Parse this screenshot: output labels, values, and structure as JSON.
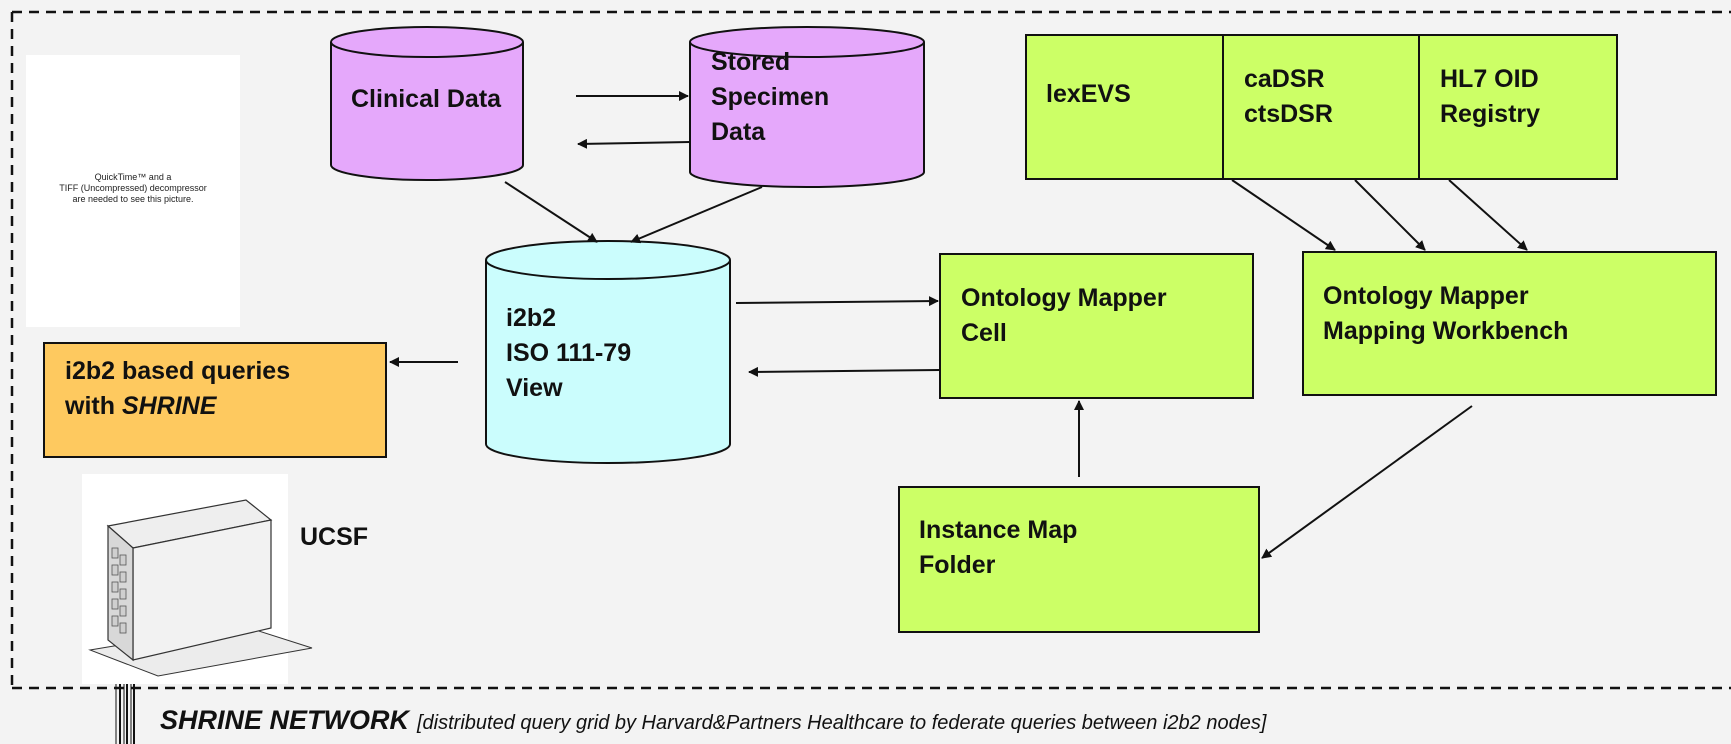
{
  "nodes": {
    "clinical_data": "Clinical Data",
    "stored_specimen": [
      "Stored",
      "Specimen",
      "Data"
    ],
    "i2b2_view": [
      "i2b2",
      "ISO 111-79",
      "View"
    ],
    "queries": {
      "line1": "i2b2 based queries",
      "line2_prefix": "with ",
      "line2_em": "SHRINE"
    },
    "lexevs": "lexEVS",
    "cadsr": [
      "caDSR",
      "ctsDSR"
    ],
    "hl7": [
      "HL7 OID",
      "Registry"
    ],
    "ontology_cell": [
      "Ontology Mapper",
      "Cell"
    ],
    "workbench": [
      "Ontology Mapper",
      "Mapping Workbench"
    ],
    "instance_map": [
      "Instance Map",
      "Folder"
    ],
    "ucsf": "UCSF"
  },
  "quicktime_notice": [
    "QuickTime™ and a",
    "TIFF (Uncompressed) decompressor",
    "are needed to see this picture."
  ],
  "network": {
    "title": "SHRINE NETWORK",
    "subtitle": "[distributed query grid by Harvard&Partners Healthcare to federate queries between i2b2 nodes]"
  },
  "colors": {
    "purple": "#e5a8fb",
    "cyan": "#cbfdfd",
    "green": "#ccff66",
    "orange": "#fec95f",
    "background": "#f3f3f3"
  }
}
